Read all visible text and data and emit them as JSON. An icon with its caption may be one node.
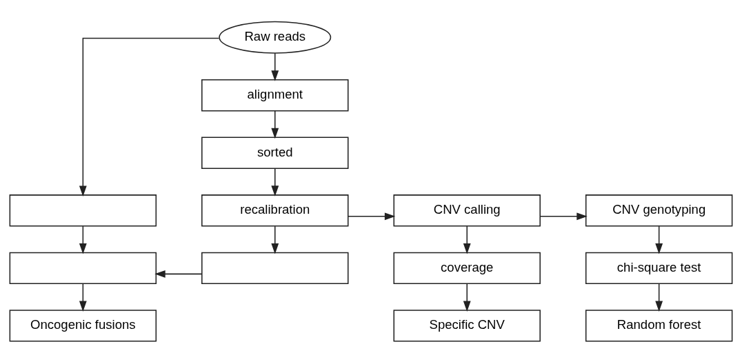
{
  "diagram": {
    "nodes": [
      {
        "text": [
          "Raw reads"
        ]
      },
      {
        "text": [
          "alignment"
        ]
      },
      {
        "text": [
          "sorted"
        ]
      },
      {
        "text": [],
        "shape": "box"
      },
      {
        "text": [
          "recalibration"
        ]
      },
      {
        "text": [
          "CNV calling"
        ]
      },
      {
        "text": [
          "CNV genotyping"
        ]
      },
      {
        "text": [],
        "shape": "box"
      },
      {
        "text": [],
        "shape": "box"
      },
      {
        "text": [
          "coverage"
        ]
      },
      {
        "text": [
          "chi-square test"
        ]
      },
      {
        "text": [
          "Oncogenic fusions"
        ]
      },
      {
        "text": [
          "Specific CNV"
        ]
      },
      {
        "text": [
          "Random forest"
        ]
      }
    ],
    "edges": [
      {
        "from": 0,
        "to": 1,
        "arrow": "to"
      },
      {
        "from": 0,
        "to": 3,
        "arrow": "to"
      },
      {
        "from": 1,
        "to": 2,
        "arrow": "to"
      },
      {
        "from": 2,
        "to": 4,
        "arrow": "to"
      },
      {
        "from": 4,
        "to": 5,
        "arrow": "to"
      },
      {
        "from": 5,
        "to": 6,
        "arrow": "to"
      },
      {
        "from": 3,
        "to": 7,
        "arrow": "to"
      },
      {
        "from": 4,
        "to": 8,
        "arrow": "to"
      },
      {
        "from": 8,
        "to": 7,
        "arrow": "to"
      },
      {
        "from": 5,
        "to": 9,
        "arrow": "to"
      },
      {
        "from": 6,
        "to": 10,
        "arrow": "to"
      },
      {
        "from": 7,
        "to": 11,
        "arrow": "to"
      },
      {
        "from": 9,
        "to": 12,
        "arrow": "to"
      },
      {
        "from": 10,
        "to": 13,
        "arrow": "to"
      }
    ]
  }
}
